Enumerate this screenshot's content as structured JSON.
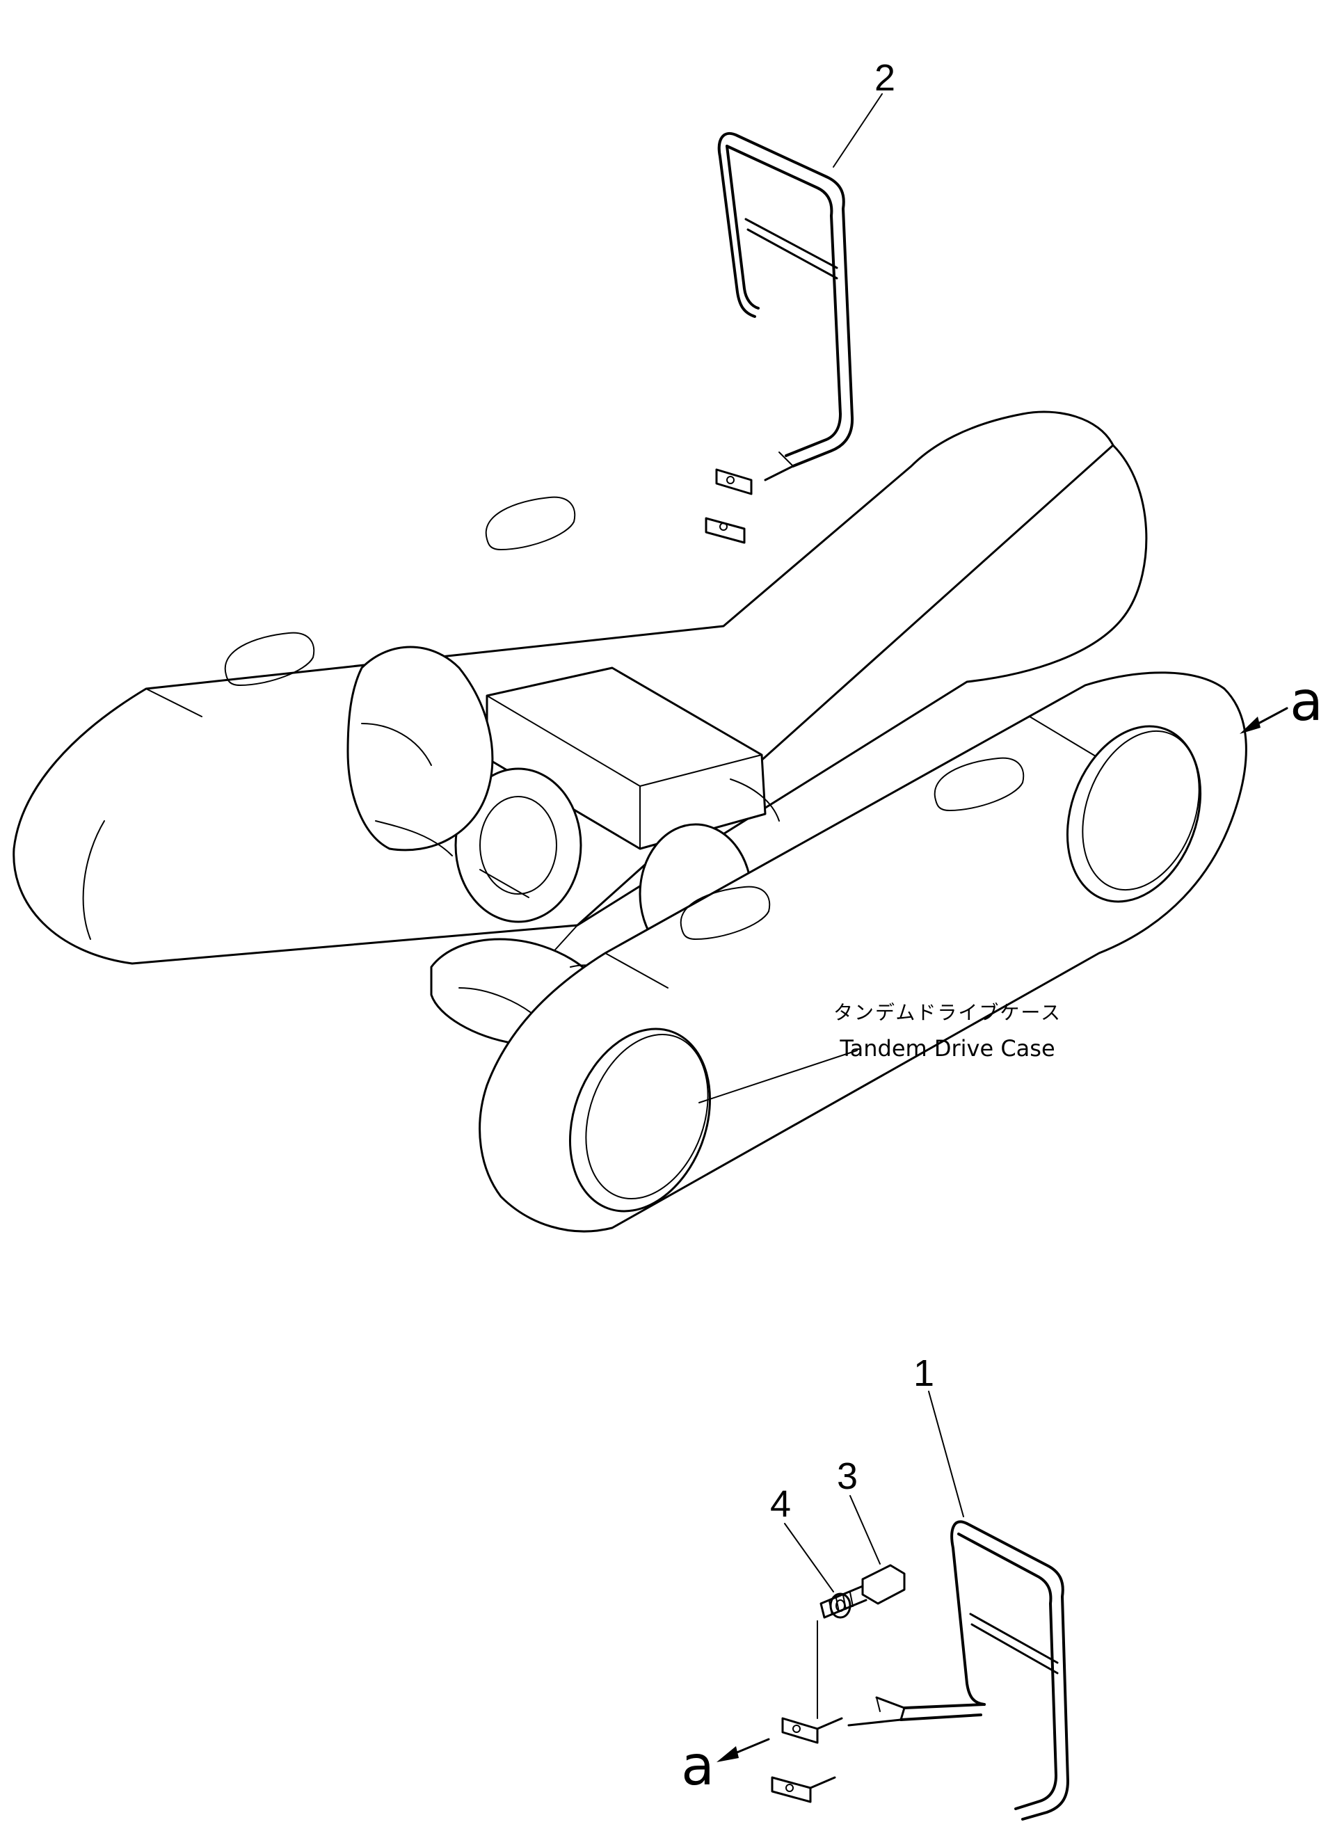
{
  "callouts": {
    "part_1": "1",
    "part_2": "2",
    "part_3": "3",
    "part_4": "4"
  },
  "view_markers": {
    "upper": "a",
    "lower": "a"
  },
  "component_label": {
    "japanese": "タンデムドライブケース",
    "english": "Tandem Drive Case"
  }
}
